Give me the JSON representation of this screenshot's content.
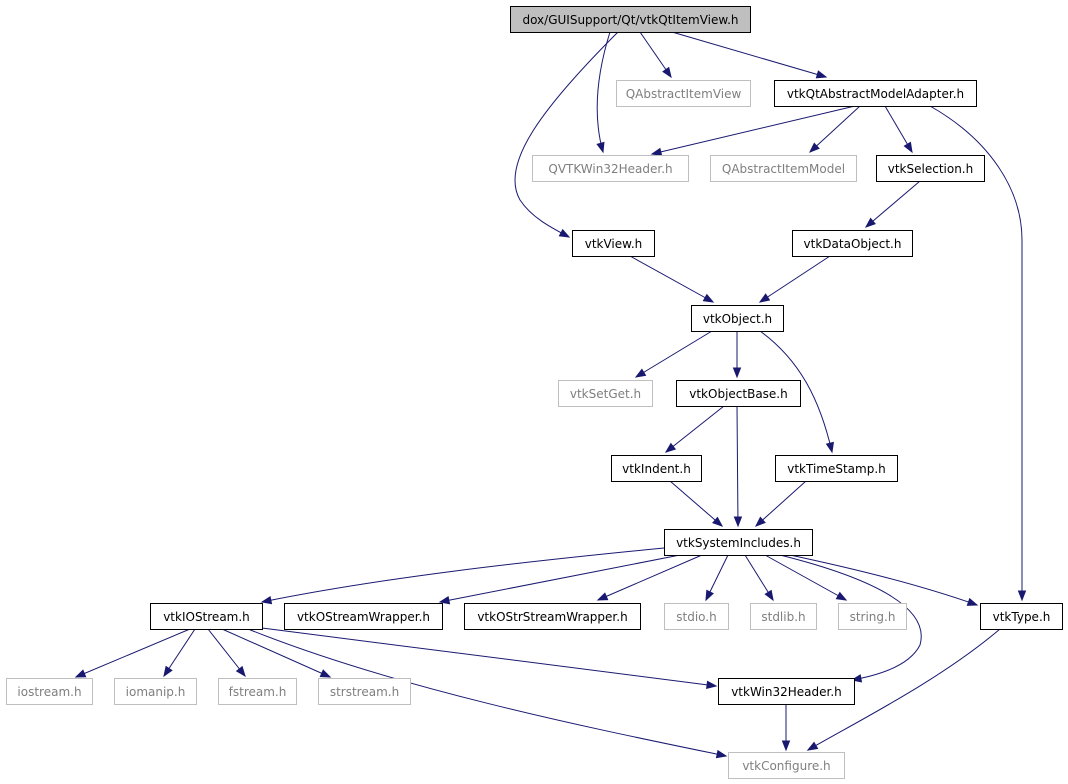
{
  "colors": {
    "edge": "#191970",
    "root_fill": "#bfbfbf",
    "local_border": "#000000",
    "external_border": "#bfbfbf",
    "external_text": "#7f7f7f"
  },
  "nodes": [
    {
      "id": "root",
      "label": "dox/GUISupport/Qt/vtkQtItemView.h",
      "kind": "root"
    },
    {
      "id": "qaiv",
      "label": "QAbstractItemView",
      "kind": "external"
    },
    {
      "id": "qamadapter",
      "label": "vtkQtAbstractModelAdapter.h",
      "kind": "local"
    },
    {
      "id": "qvtkwin32",
      "label": "QVTKWin32Header.h",
      "kind": "external"
    },
    {
      "id": "qaim",
      "label": "QAbstractItemModel",
      "kind": "external"
    },
    {
      "id": "selection",
      "label": "vtkSelection.h",
      "kind": "local"
    },
    {
      "id": "view",
      "label": "vtkView.h",
      "kind": "local"
    },
    {
      "id": "dataobject",
      "label": "vtkDataObject.h",
      "kind": "local"
    },
    {
      "id": "object",
      "label": "vtkObject.h",
      "kind": "local"
    },
    {
      "id": "setget",
      "label": "vtkSetGet.h",
      "kind": "external"
    },
    {
      "id": "objectbase",
      "label": "vtkObjectBase.h",
      "kind": "local"
    },
    {
      "id": "indent",
      "label": "vtkIndent.h",
      "kind": "local"
    },
    {
      "id": "timestamp",
      "label": "vtkTimeStamp.h",
      "kind": "local"
    },
    {
      "id": "sysincludes",
      "label": "vtkSystemIncludes.h",
      "kind": "local"
    },
    {
      "id": "iostream_h",
      "label": "vtkIOStream.h",
      "kind": "local"
    },
    {
      "id": "ostreamwrapper",
      "label": "vtkOStreamWrapper.h",
      "kind": "local"
    },
    {
      "id": "ostrstreamwrapper",
      "label": "vtkOStrStreamWrapper.h",
      "kind": "local"
    },
    {
      "id": "stdio",
      "label": "stdio.h",
      "kind": "external"
    },
    {
      "id": "stdlib",
      "label": "stdlib.h",
      "kind": "external"
    },
    {
      "id": "string",
      "label": "string.h",
      "kind": "external"
    },
    {
      "id": "type",
      "label": "vtkType.h",
      "kind": "local"
    },
    {
      "id": "iostream",
      "label": "iostream.h",
      "kind": "external"
    },
    {
      "id": "iomanip",
      "label": "iomanip.h",
      "kind": "external"
    },
    {
      "id": "fstream",
      "label": "fstream.h",
      "kind": "external"
    },
    {
      "id": "strstream",
      "label": "strstream.h",
      "kind": "external"
    },
    {
      "id": "win32header",
      "label": "vtkWin32Header.h",
      "kind": "local"
    },
    {
      "id": "configure",
      "label": "vtkConfigure.h",
      "kind": "external"
    }
  ],
  "edges": [
    {
      "from": "root",
      "to": "view"
    },
    {
      "from": "root",
      "to": "qvtkwin32"
    },
    {
      "from": "root",
      "to": "qaiv"
    },
    {
      "from": "root",
      "to": "qamadapter"
    },
    {
      "from": "qamadapter",
      "to": "qvtkwin32"
    },
    {
      "from": "qamadapter",
      "to": "qaim"
    },
    {
      "from": "qamadapter",
      "to": "selection"
    },
    {
      "from": "qamadapter",
      "to": "type"
    },
    {
      "from": "selection",
      "to": "dataobject"
    },
    {
      "from": "view",
      "to": "object"
    },
    {
      "from": "dataobject",
      "to": "object"
    },
    {
      "from": "object",
      "to": "setget"
    },
    {
      "from": "object",
      "to": "objectbase"
    },
    {
      "from": "object",
      "to": "timestamp"
    },
    {
      "from": "objectbase",
      "to": "indent"
    },
    {
      "from": "objectbase",
      "to": "sysincludes"
    },
    {
      "from": "indent",
      "to": "sysincludes"
    },
    {
      "from": "timestamp",
      "to": "sysincludes"
    },
    {
      "from": "sysincludes",
      "to": "iostream_h"
    },
    {
      "from": "sysincludes",
      "to": "ostreamwrapper"
    },
    {
      "from": "sysincludes",
      "to": "ostrstreamwrapper"
    },
    {
      "from": "sysincludes",
      "to": "stdio"
    },
    {
      "from": "sysincludes",
      "to": "stdlib"
    },
    {
      "from": "sysincludes",
      "to": "string"
    },
    {
      "from": "sysincludes",
      "to": "type"
    },
    {
      "from": "sysincludes",
      "to": "win32header"
    },
    {
      "from": "iostream_h",
      "to": "iostream"
    },
    {
      "from": "iostream_h",
      "to": "iomanip"
    },
    {
      "from": "iostream_h",
      "to": "fstream"
    },
    {
      "from": "iostream_h",
      "to": "strstream"
    },
    {
      "from": "iostream_h",
      "to": "win32header"
    },
    {
      "from": "iostream_h",
      "to": "configure"
    },
    {
      "from": "win32header",
      "to": "configure"
    },
    {
      "from": "type",
      "to": "configure"
    }
  ]
}
